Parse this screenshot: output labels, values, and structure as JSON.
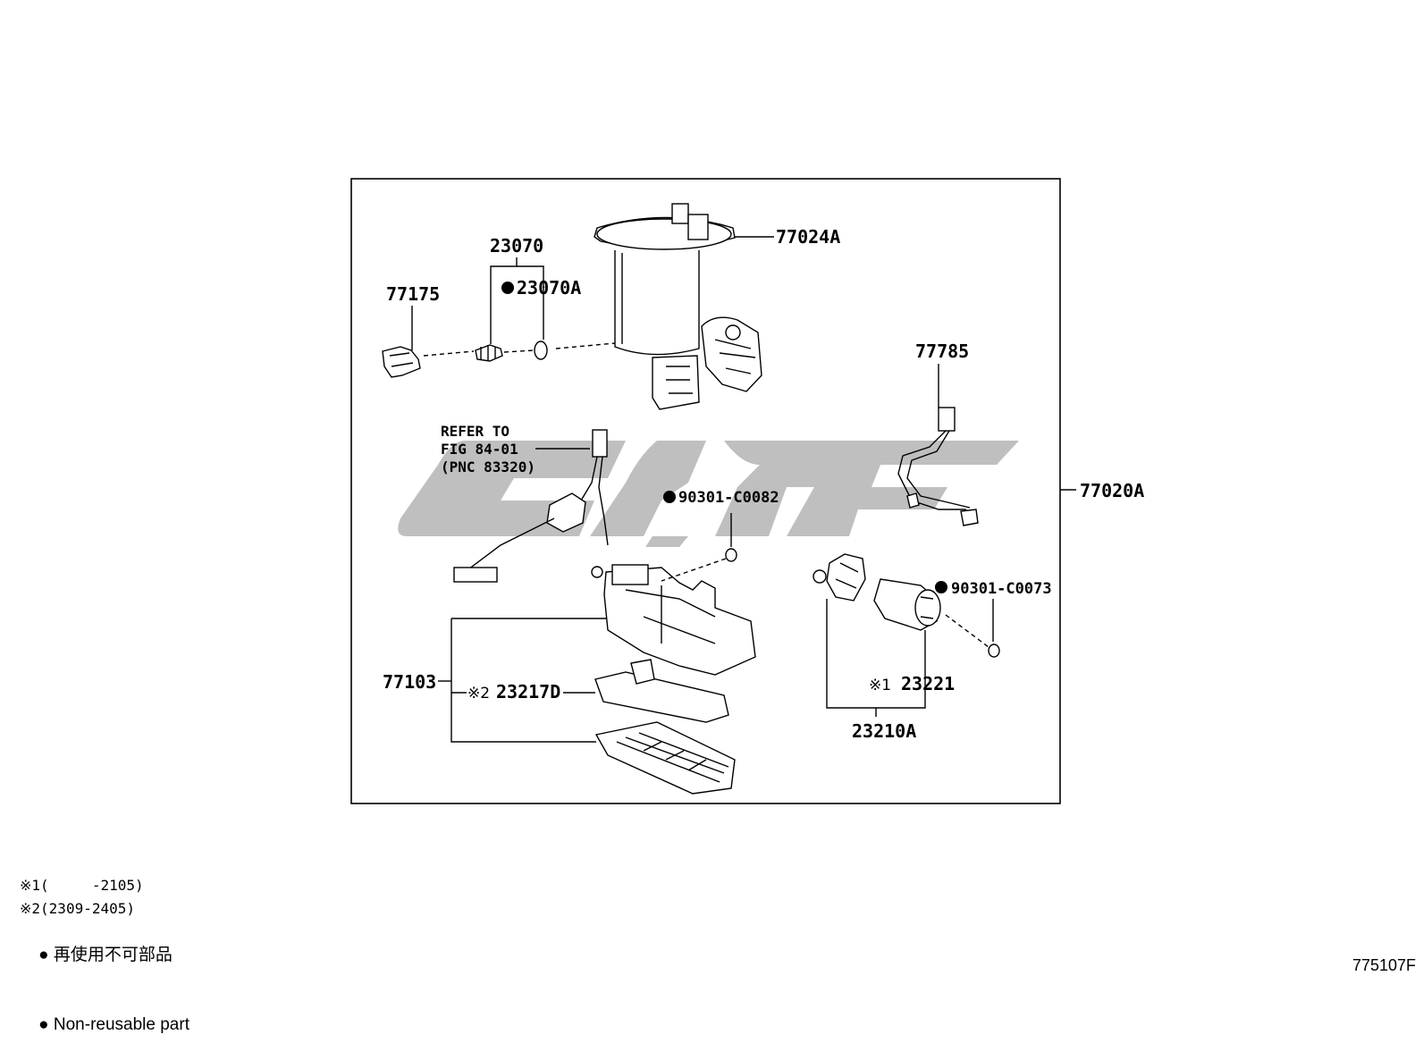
{
  "labels": {
    "p77024A": "77024A",
    "p23070": "23070",
    "p23070A": "23070A",
    "p77175": "77175",
    "p77785": "77785",
    "refer_line1": "REFER TO",
    "refer_line2": "FIG 84-01",
    "refer_line3": "(PNC 83320)",
    "p90301_C0082": "90301-C0082",
    "p77020A": "77020A",
    "p90301_C0073": "90301-C0073",
    "p77103": "77103",
    "p23217D": "23217D",
    "mark2": "※2",
    "mark1": "※1",
    "p23221": "23221",
    "p23210A": "23210A"
  },
  "notes": {
    "note1": "※1(     -2105)",
    "note2": "※2(2309-2405)",
    "legend_jp": "再使用不可部品",
    "legend_en": "Non-reusable part"
  },
  "figure_code": "775107F",
  "colors": {
    "line": "#000000",
    "watermark": "#b4b4b4",
    "background": "#ffffff"
  }
}
